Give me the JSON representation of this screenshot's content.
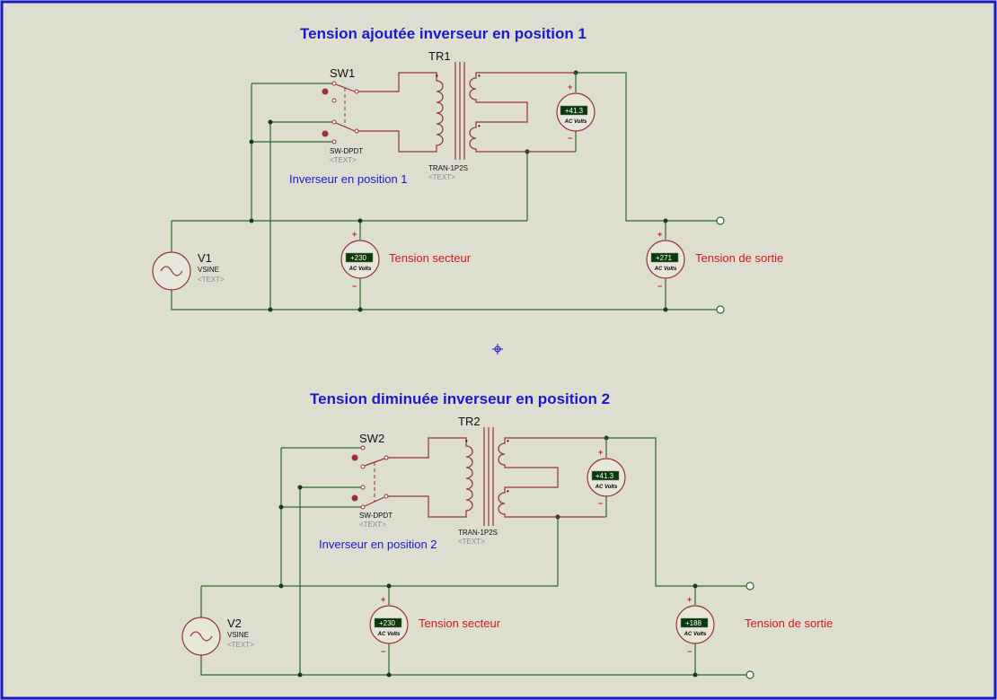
{
  "circuits": [
    {
      "title": "Tension ajoutée inverseur en position 1",
      "switch": {
        "name": "SW1",
        "type": "SW-DPDT",
        "text": "<TEXT>",
        "position_label": "Inverseur en position 1"
      },
      "transformer": {
        "name": "TR1",
        "type": "TRAN-1P2S",
        "text": "<TEXT>"
      },
      "source": {
        "name": "V1",
        "type": "VSINE",
        "text": "<TEXT>"
      },
      "meter_transformer": {
        "value": "+41.3",
        "unit": "AC Volts"
      },
      "meter_mains": {
        "value": "+230",
        "unit": "AC Volts",
        "label": "Tension secteur"
      },
      "meter_output": {
        "value": "+271",
        "unit": "AC Volts",
        "label": "Tension de sortie"
      }
    },
    {
      "title": "Tension diminuée inverseur en position 2",
      "switch": {
        "name": "SW2",
        "type": "SW-DPDT",
        "text": "<TEXT>",
        "position_label": "Inverseur en position 2"
      },
      "transformer": {
        "name": "TR2",
        "type": "TRAN-1P2S",
        "text": "<TEXT>"
      },
      "source": {
        "name": "V2",
        "type": "VSINE",
        "text": "<TEXT>"
      },
      "meter_transformer": {
        "value": "+41.3",
        "unit": "AC Volts"
      },
      "meter_mains": {
        "value": "+230",
        "unit": "AC Volts",
        "label": "Tension secteur"
      },
      "meter_output": {
        "value": "+188",
        "unit": "AC Volts",
        "label": "Tension de sortie"
      }
    }
  ],
  "meter_polarity": {
    "plus": "+",
    "minus": "−"
  },
  "colors": {
    "background": "#ddddd0",
    "border": "#1a1acc",
    "wire": "#2a6b2a",
    "component": "#993333",
    "title": "#1a1acc",
    "label": "#cc1a1a"
  }
}
